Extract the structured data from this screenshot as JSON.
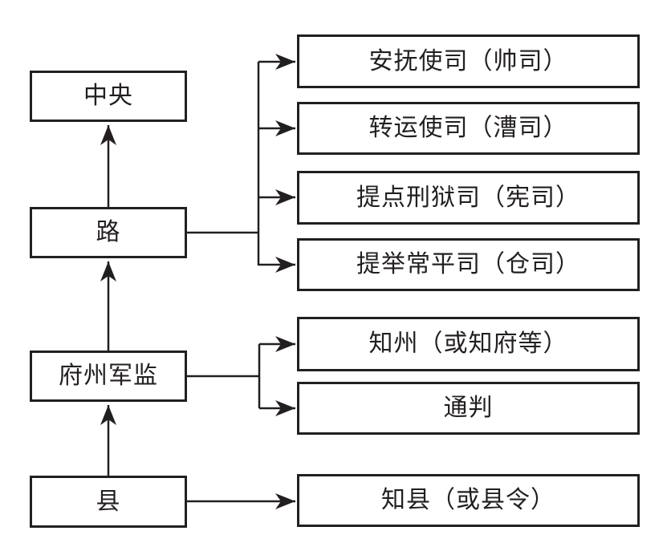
{
  "diagram": {
    "description": "Song dynasty local administrative hierarchy flowchart",
    "colors": {
      "line": "#231f20",
      "box_border": "#231f20",
      "box_fill": "#ffffff",
      "background": "#ffffff",
      "text": "#231f20"
    },
    "levels": [
      {
        "id": "central",
        "label": "中央"
      },
      {
        "id": "circuit",
        "label": "路"
      },
      {
        "id": "prefectures",
        "label": "府州军监"
      },
      {
        "id": "county",
        "label": "县"
      }
    ],
    "offices": [
      {
        "id": "anfu",
        "label": "安抚使司（帅司）",
        "parent": "路"
      },
      {
        "id": "zhuanyun",
        "label": "转运使司（漕司）",
        "parent": "路"
      },
      {
        "id": "tidian",
        "label": "提点刑狱司（宪司）",
        "parent": "路"
      },
      {
        "id": "tiju",
        "label": "提举常平司（仓司）",
        "parent": "路"
      },
      {
        "id": "zhizhou",
        "label": "知州（或知府等）",
        "parent": "府州军监"
      },
      {
        "id": "tongpan",
        "label": "通判",
        "parent": "府州军监"
      },
      {
        "id": "zhixian",
        "label": "知县（或县令）",
        "parent": "县"
      }
    ],
    "edges": [
      {
        "from": "县",
        "to": "府州军监",
        "style": "arrow-up"
      },
      {
        "from": "府州军监",
        "to": "路",
        "style": "arrow-up"
      },
      {
        "from": "路",
        "to": "中央",
        "style": "arrow-up"
      },
      {
        "from": "路",
        "to": "安抚使司（帅司）",
        "style": "arrow-right"
      },
      {
        "from": "路",
        "to": "转运使司（漕司）",
        "style": "arrow-right"
      },
      {
        "from": "路",
        "to": "提点刑狱司（宪司）",
        "style": "arrow-right"
      },
      {
        "from": "路",
        "to": "提举常平司（仓司）",
        "style": "arrow-right"
      },
      {
        "from": "府州军监",
        "to": "知州（或知府等）",
        "style": "arrow-right"
      },
      {
        "from": "府州军监",
        "to": "通判",
        "style": "arrow-right"
      },
      {
        "from": "县",
        "to": "知县（或县令）",
        "style": "arrow-right"
      }
    ]
  }
}
